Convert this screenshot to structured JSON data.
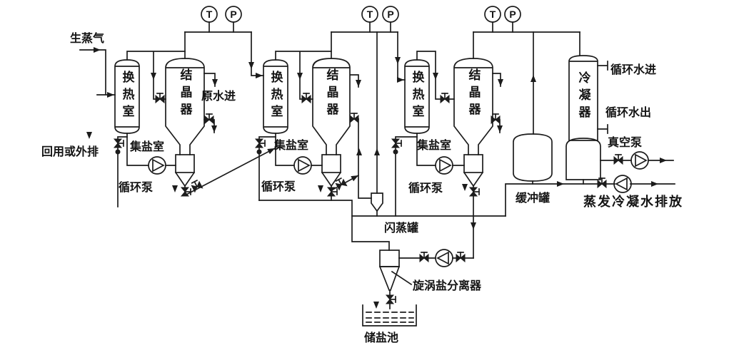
{
  "diagram": {
    "kind": "evaporation-crystallization process flow diagram",
    "effects": 3
  },
  "labels": {
    "steam_in": "生蒸气",
    "raw_water_in": "原水进",
    "reuse_or_discharge": "回用或外排",
    "heat_exchange_chamber": "换热室",
    "crystallizer": "结晶器",
    "salt_collection_chamber": "集盐室",
    "circulation_pump": "循环泵",
    "condenser": "冷凝器",
    "flash_tank": "闪蒸罐",
    "vortex_salt_separator": "旋涡盐分离器",
    "salt_storage_pool": "储盐池",
    "buffer_tank": "缓冲罐",
    "vacuum_pump": "真空泵",
    "evap_condensate_discharge": "蒸发冷凝水排放",
    "circulating_water_in": "循环水进",
    "circulating_water_out": "循环水出",
    "gauge_temperature": "T",
    "gauge_pressure": "P"
  },
  "colors": {
    "line": "#1c1c1c",
    "background": "#ffffff"
  }
}
